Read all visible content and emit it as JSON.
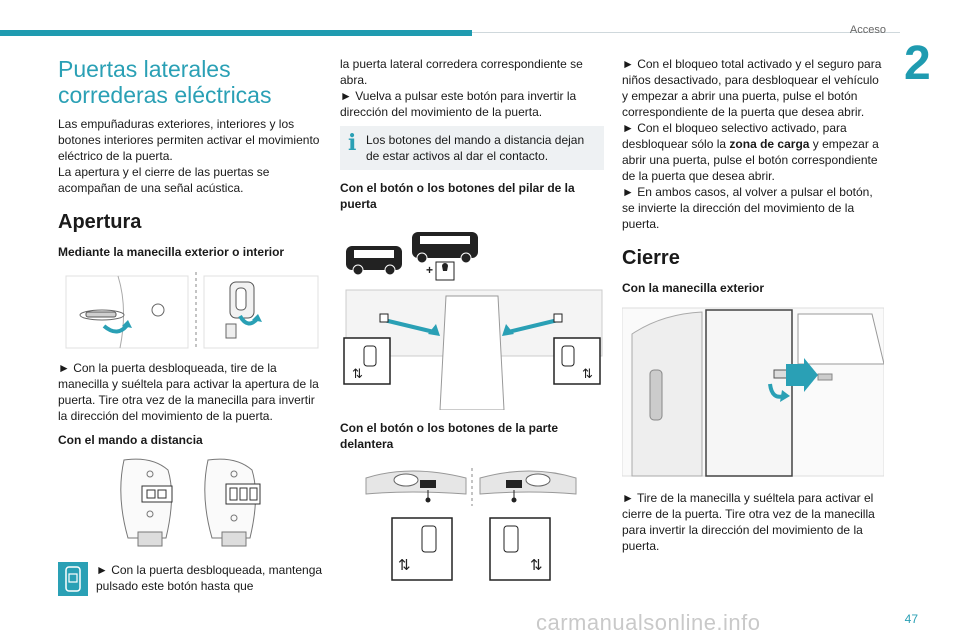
{
  "header": {
    "section": "Acceso",
    "chapter": "2"
  },
  "col1": {
    "title_line1": "Puertas laterales",
    "title_line2": "correderas eléctricas",
    "intro": "Las empuñaduras exteriores, interiores y los botones interiores permiten activar el movimiento eléctrico de la puerta.",
    "intro2": "La apertura y el cierre de las puertas se acompañan de una señal acústica.",
    "h_apertura": "Apertura",
    "h_manecilla": "Mediante la manecilla exterior o interior",
    "p_manecilla": "► Con la puerta desbloqueada, tire de la manecilla y suéltela para activar la apertura de la puerta. Tire otra vez de la manecilla para invertir la dirección del movimiento de la puerta.",
    "h_mando": "Con el mando a distancia",
    "p_mando": "► Con la puerta desbloqueada, mantenga pulsado este botón hasta que"
  },
  "col2": {
    "p_cont": "la puerta lateral corredera correspondiente se abra.",
    "p_vuelva": "► Vuelva a pulsar este botón para invertir la dirección del movimiento de la puerta.",
    "note": "Los botones del mando a distancia dejan de estar activos al dar el contacto.",
    "h_pilar": "Con el botón o los botones del pilar de la puerta",
    "h_delantera": "Con el botón o los botones de la parte delantera"
  },
  "col3": {
    "p_bloqueo": "► Con el bloqueo total activado y el seguro para niños desactivado, para desbloquear el vehículo y empezar a abrir una puerta, pulse el botón correspondiente de la puerta que desea abrir.",
    "p_selectivo_a": "► Con el bloqueo selectivo activado, para desbloquear sólo la ",
    "p_selectivo_b": "zona de carga",
    "p_selectivo_c": " y empezar a abrir una puerta, pulse el botón correspondiente de la puerta que desea abrir.",
    "p_ambos": "► En ambos casos, al volver a pulsar el botón, se invierte la dirección del movimiento de la puerta.",
    "h_cierre": "Cierre",
    "h_manecilla_ext": "Con la manecilla exterior",
    "p_cierre": "► Tire de la manecilla y suéltela para activar el cierre de la puerta. Tire otra vez de la manecilla para invertir la dirección del movimiento de la puerta."
  },
  "footer": {
    "page": "47",
    "watermark": "carmanualsonline.info"
  },
  "colors": {
    "accent": "#2aa0b5",
    "bar": "#1f9bb0",
    "note_bg": "#eef1f3"
  },
  "icons": [
    "info-icon",
    "remote-key-icon",
    "sliding-door-button-icon",
    "child-lock-icon"
  ]
}
